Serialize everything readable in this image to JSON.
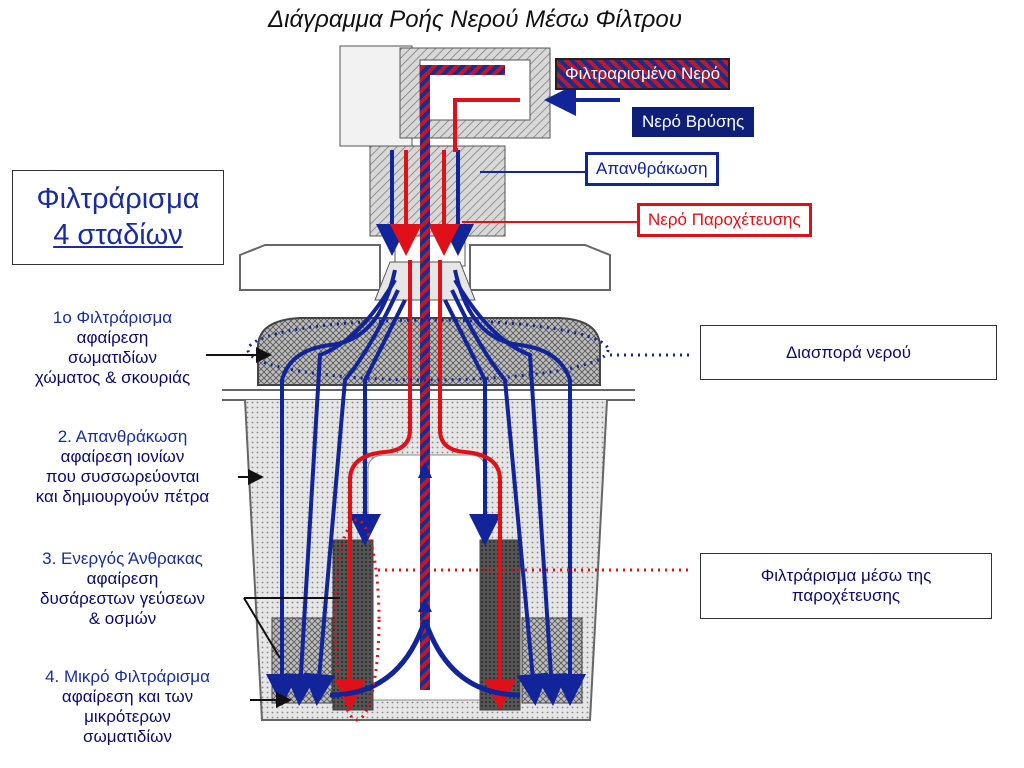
{
  "title": "Διάγραμμα Ροής Νερού Μέσω Φίλτρου",
  "labels": {
    "filtered_water": "Φιλτραρισμένο Νερό",
    "tap_water": "Νερό Βρύσης",
    "carbon_removal": "Απανθράκωση",
    "bypass_water": "Νερό Παροχέτευσης",
    "water_dispersion": "Διασπορά νερού",
    "bypass_filtering": "Φιλτράρισμα μέσω της παροχέτευσης"
  },
  "stages_box": {
    "line1": "Φιλτράρισμα",
    "line2": "4 σταδίων"
  },
  "stages": [
    {
      "head": "1ο Φιλτράρισμα",
      "lines": [
        "αφαίρεση",
        "σωματιδίων",
        "χώματος & σκουριάς"
      ]
    },
    {
      "head": "2. Απανθράκωση",
      "lines": [
        "αφαίρεση ιονίων",
        "που συσσωρεύονται",
        "και δημιουργούν πέτρα"
      ]
    },
    {
      "head": "3. Ενεργός Άνθρακας",
      "lines": [
        "αφαίρεση",
        "δυσάρεστων γεύσεων",
        "& οσμών"
      ]
    },
    {
      "head": "4. Μικρό Φιλτράρισμα",
      "lines": [
        "αφαίρεση και των",
        "μικρότερων",
        "σωματιδίων"
      ]
    }
  ],
  "colors": {
    "blue_flow": "#12249a",
    "red_flow": "#e01018",
    "navy": "#0f1f78"
  }
}
